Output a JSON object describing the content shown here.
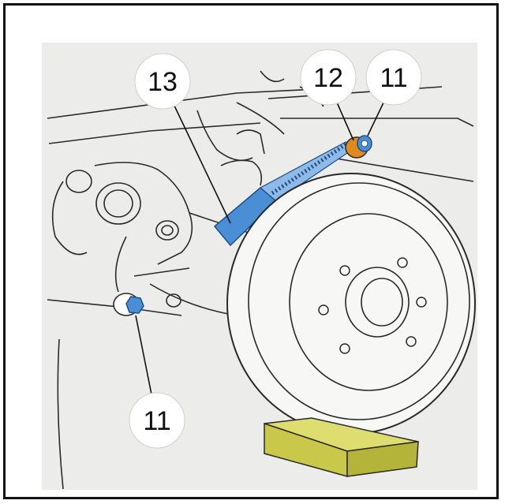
{
  "callouts": [
    {
      "label": "13",
      "part": "adjustment-rod"
    },
    {
      "label": "12",
      "part": "washer"
    },
    {
      "label": "11",
      "part": "nut-upper"
    },
    {
      "label": "11",
      "part": "nut-lower"
    }
  ],
  "colors": {
    "background_panel": "#ececea",
    "line_art": "#2a2a2a",
    "highlight_blue": "#4a8fd6",
    "highlight_orange": "#e08a1e",
    "support_block": "#c9c84a",
    "callout_circle": "#ffffff"
  }
}
